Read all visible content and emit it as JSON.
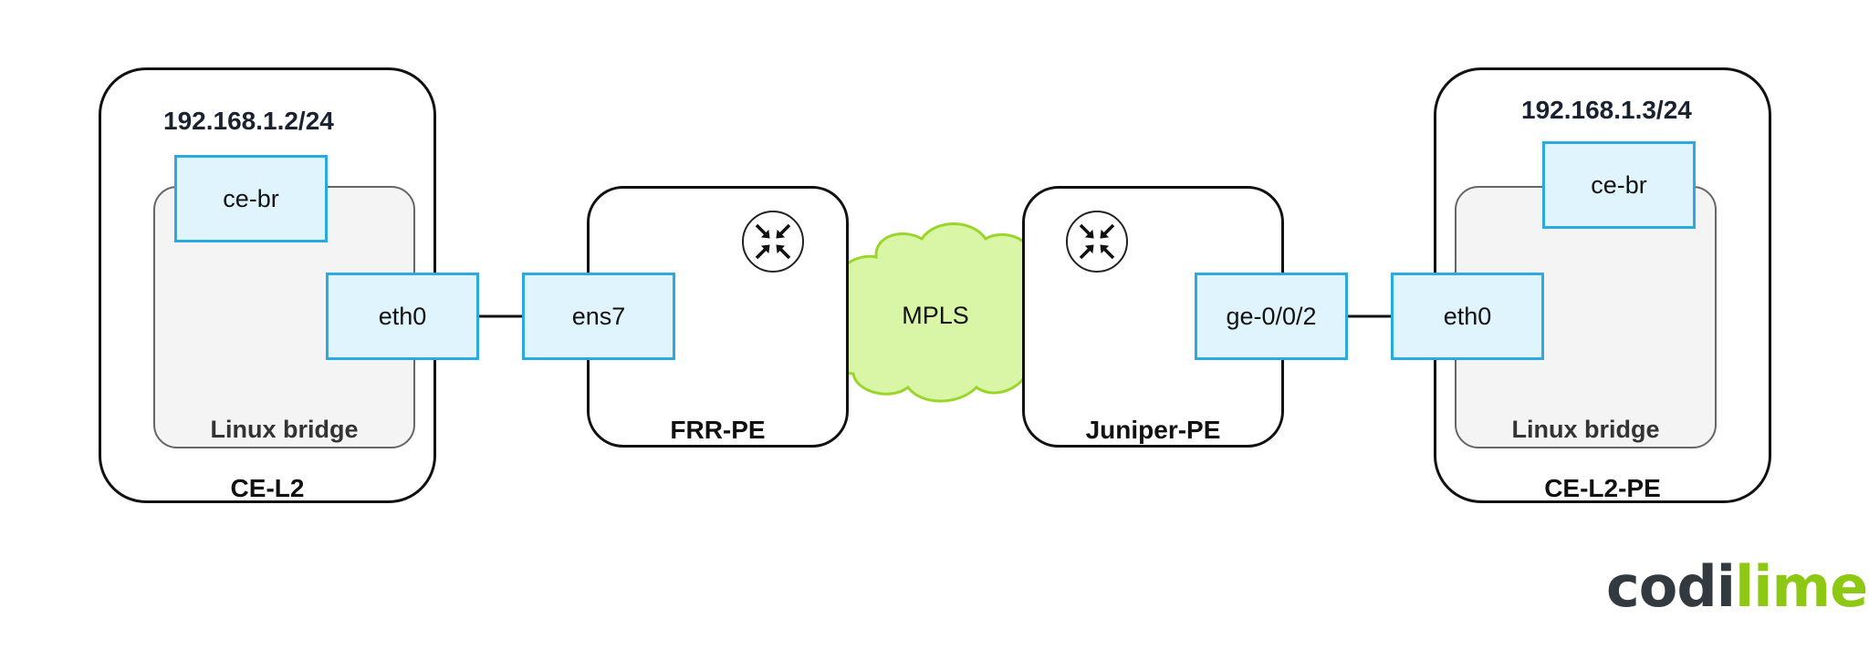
{
  "nodes": {
    "ce_left": {
      "name": "CE-L2",
      "ip": "192.168.1.2/24",
      "bridge_label": "Linux bridge",
      "bridge_iface": "ce-br",
      "port": "eth0"
    },
    "frr_pe": {
      "name": "FRR-PE",
      "port": "ens7"
    },
    "juniper_pe": {
      "name": "Juniper-PE",
      "port": "ge-0/0/2"
    },
    "ce_right": {
      "name": "CE-L2-PE",
      "ip": "192.168.1.3/24",
      "bridge_label": "Linux bridge",
      "bridge_iface": "ce-br",
      "port": "eth0"
    }
  },
  "cloud": {
    "label": "MPLS"
  },
  "logo": {
    "part1": "codi",
    "part2": "lime"
  },
  "colors": {
    "interface_fill": "#dff4fd",
    "interface_border": "#2ba9e1",
    "cloud_fill": "#d9f5a6",
    "cloud_border": "#9ad62a",
    "logo_dark": "#333a3f",
    "logo_green": "#8cc814"
  },
  "icons": [
    "router-icon",
    "cloud-shape"
  ]
}
